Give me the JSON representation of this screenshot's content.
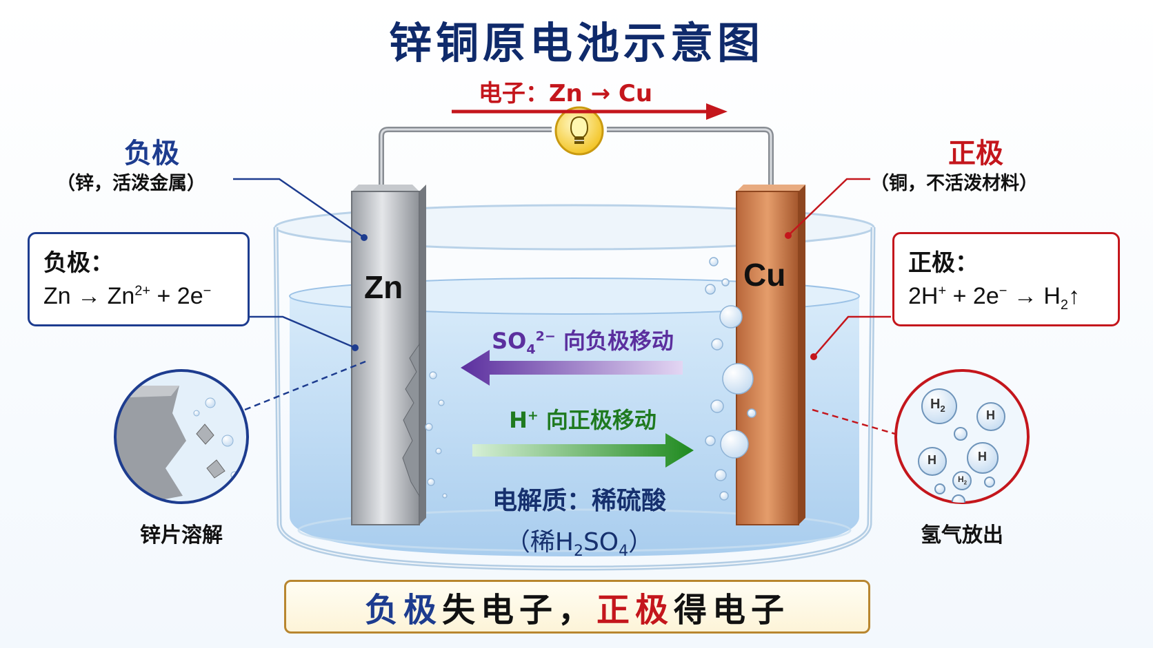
{
  "title": "锌铜原电池示意图",
  "electron_flow": {
    "label": "电子：Zn → Cu"
  },
  "negative": {
    "pole_title": "负极",
    "pole_note": "（锌，活泼金属）",
    "electrode_label": "Zn",
    "box_head": "负极：",
    "eq_a": "Zn → Zn",
    "eq_a_sup": "2+",
    "eq_b": " + 2e",
    "eq_b_sup": "−",
    "inset_caption": "锌片溶解"
  },
  "positive": {
    "pole_title": "正极",
    "pole_note": "（铜，不活泼材料）",
    "electrode_label": "Cu",
    "box_head": "正极：",
    "eq_a": "2H",
    "eq_a_sup": "+",
    "eq_b": " + 2e",
    "eq_b_sup": "−",
    "eq_c": " → H",
    "eq_c_sub": "2",
    "eq_d": "↑",
    "inset_caption": "氢气放出",
    "bubble_labels": [
      "H",
      "2",
      "H",
      "H",
      "H",
      "H",
      "2"
    ]
  },
  "ions": {
    "sulfate_a": "SO",
    "sulfate_sub": "4",
    "sulfate_sup": "2−",
    "sulfate_text": "向负极移动",
    "hydrogen_a": "H",
    "hydrogen_sup": "+",
    "hydrogen_text": "向正极移动"
  },
  "electrolyte": {
    "line1": "电解质：稀硫酸",
    "l2_a": "（稀H",
    "l2_sub1": "2",
    "l2_b": "SO",
    "l2_sub2": "4",
    "l2_c": "）"
  },
  "summary": {
    "neg": "负极",
    "mid": "失电子，",
    "pos": "正极",
    "end": "得电子"
  },
  "colors": {
    "negative": "#1d3c8f",
    "positive": "#c4161c",
    "sulfate_arrow": "#6a3fa8",
    "hydrogen_arrow": "#2a8f2a",
    "electrolyte": "#cfe4f7",
    "summary_border": "#b8862f"
  },
  "icons": [
    "bulb-icon",
    "arrow-right-icon",
    "arrow-left-icon"
  ]
}
